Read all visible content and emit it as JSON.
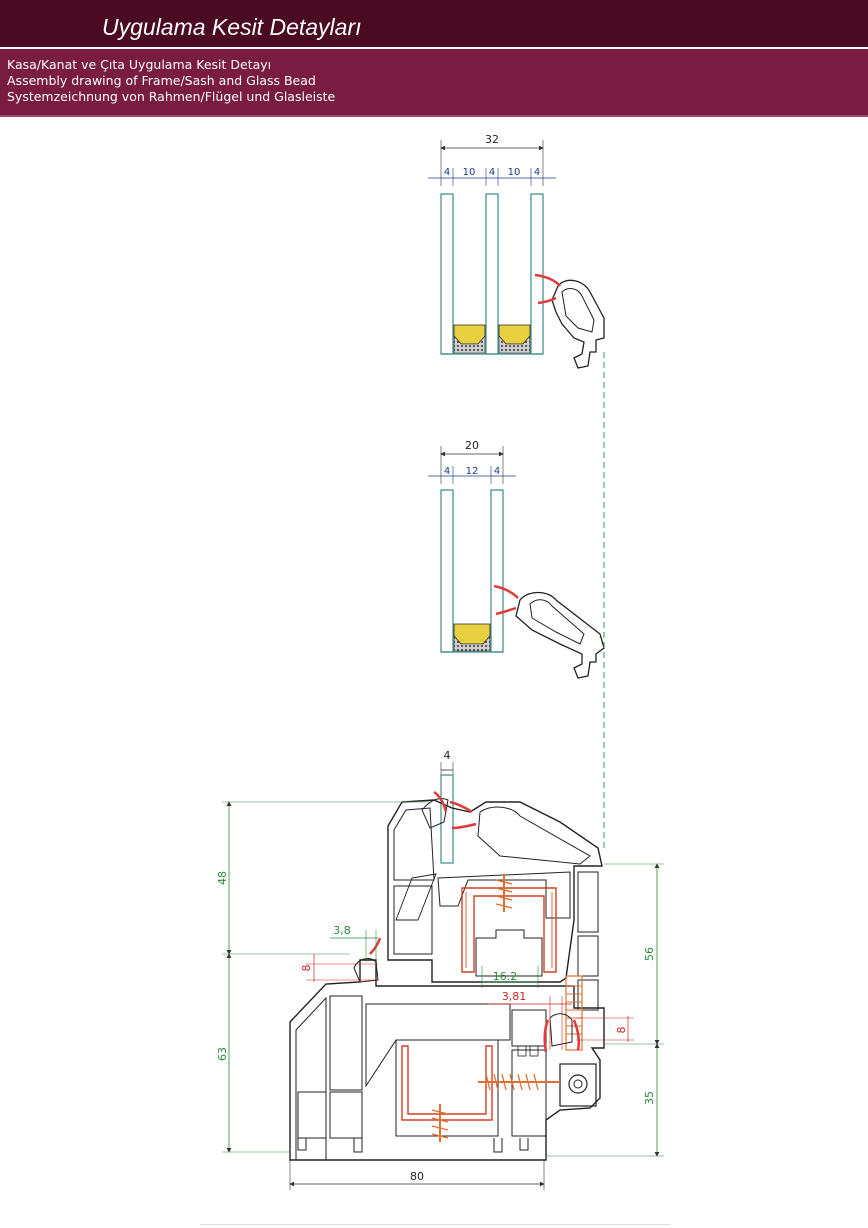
{
  "header": {
    "title": "Uygulama Kesit Detayları",
    "subtitle_tr": "Kasa/Kanat ve Çıta Uygulama Kesit Detayı",
    "subtitle_en": "Assembly drawing of Frame/Sash and Glass Bead",
    "subtitle_de": "Systemzeichnung von Rahmen/Flügel und Glasleiste"
  },
  "colors": {
    "header_bg": "#4a0a22",
    "subheader_bg": "#7a1c42",
    "profile_line": "#222222",
    "glass_line": "#3a8a8a",
    "dimension_blue": "#1a3a8a",
    "dimension_green": "#2a8a3a",
    "dimension_red": "#cc2222",
    "seal": "#e03a3a",
    "spacer_fill": "#e8d040",
    "steel": "#d04020",
    "screw": "#e07030"
  },
  "glazing_triple": {
    "total": "32",
    "pane_a": "4",
    "gap_a": "10",
    "pane_b": "4",
    "gap_b": "10",
    "pane_c": "4"
  },
  "glazing_double": {
    "total": "20",
    "pane_a": "4",
    "gap": "12",
    "pane_b": "4"
  },
  "assembly": {
    "glass_thickness": "4",
    "sash_height": "48",
    "frame_height": "63",
    "right_upper": "56",
    "right_lower": "35",
    "overlap_left": "3,8",
    "rebate_left": "8",
    "steel_width": "16.2",
    "overlap_right": "3,81",
    "rebate_right": "8",
    "frame_depth": "80"
  }
}
